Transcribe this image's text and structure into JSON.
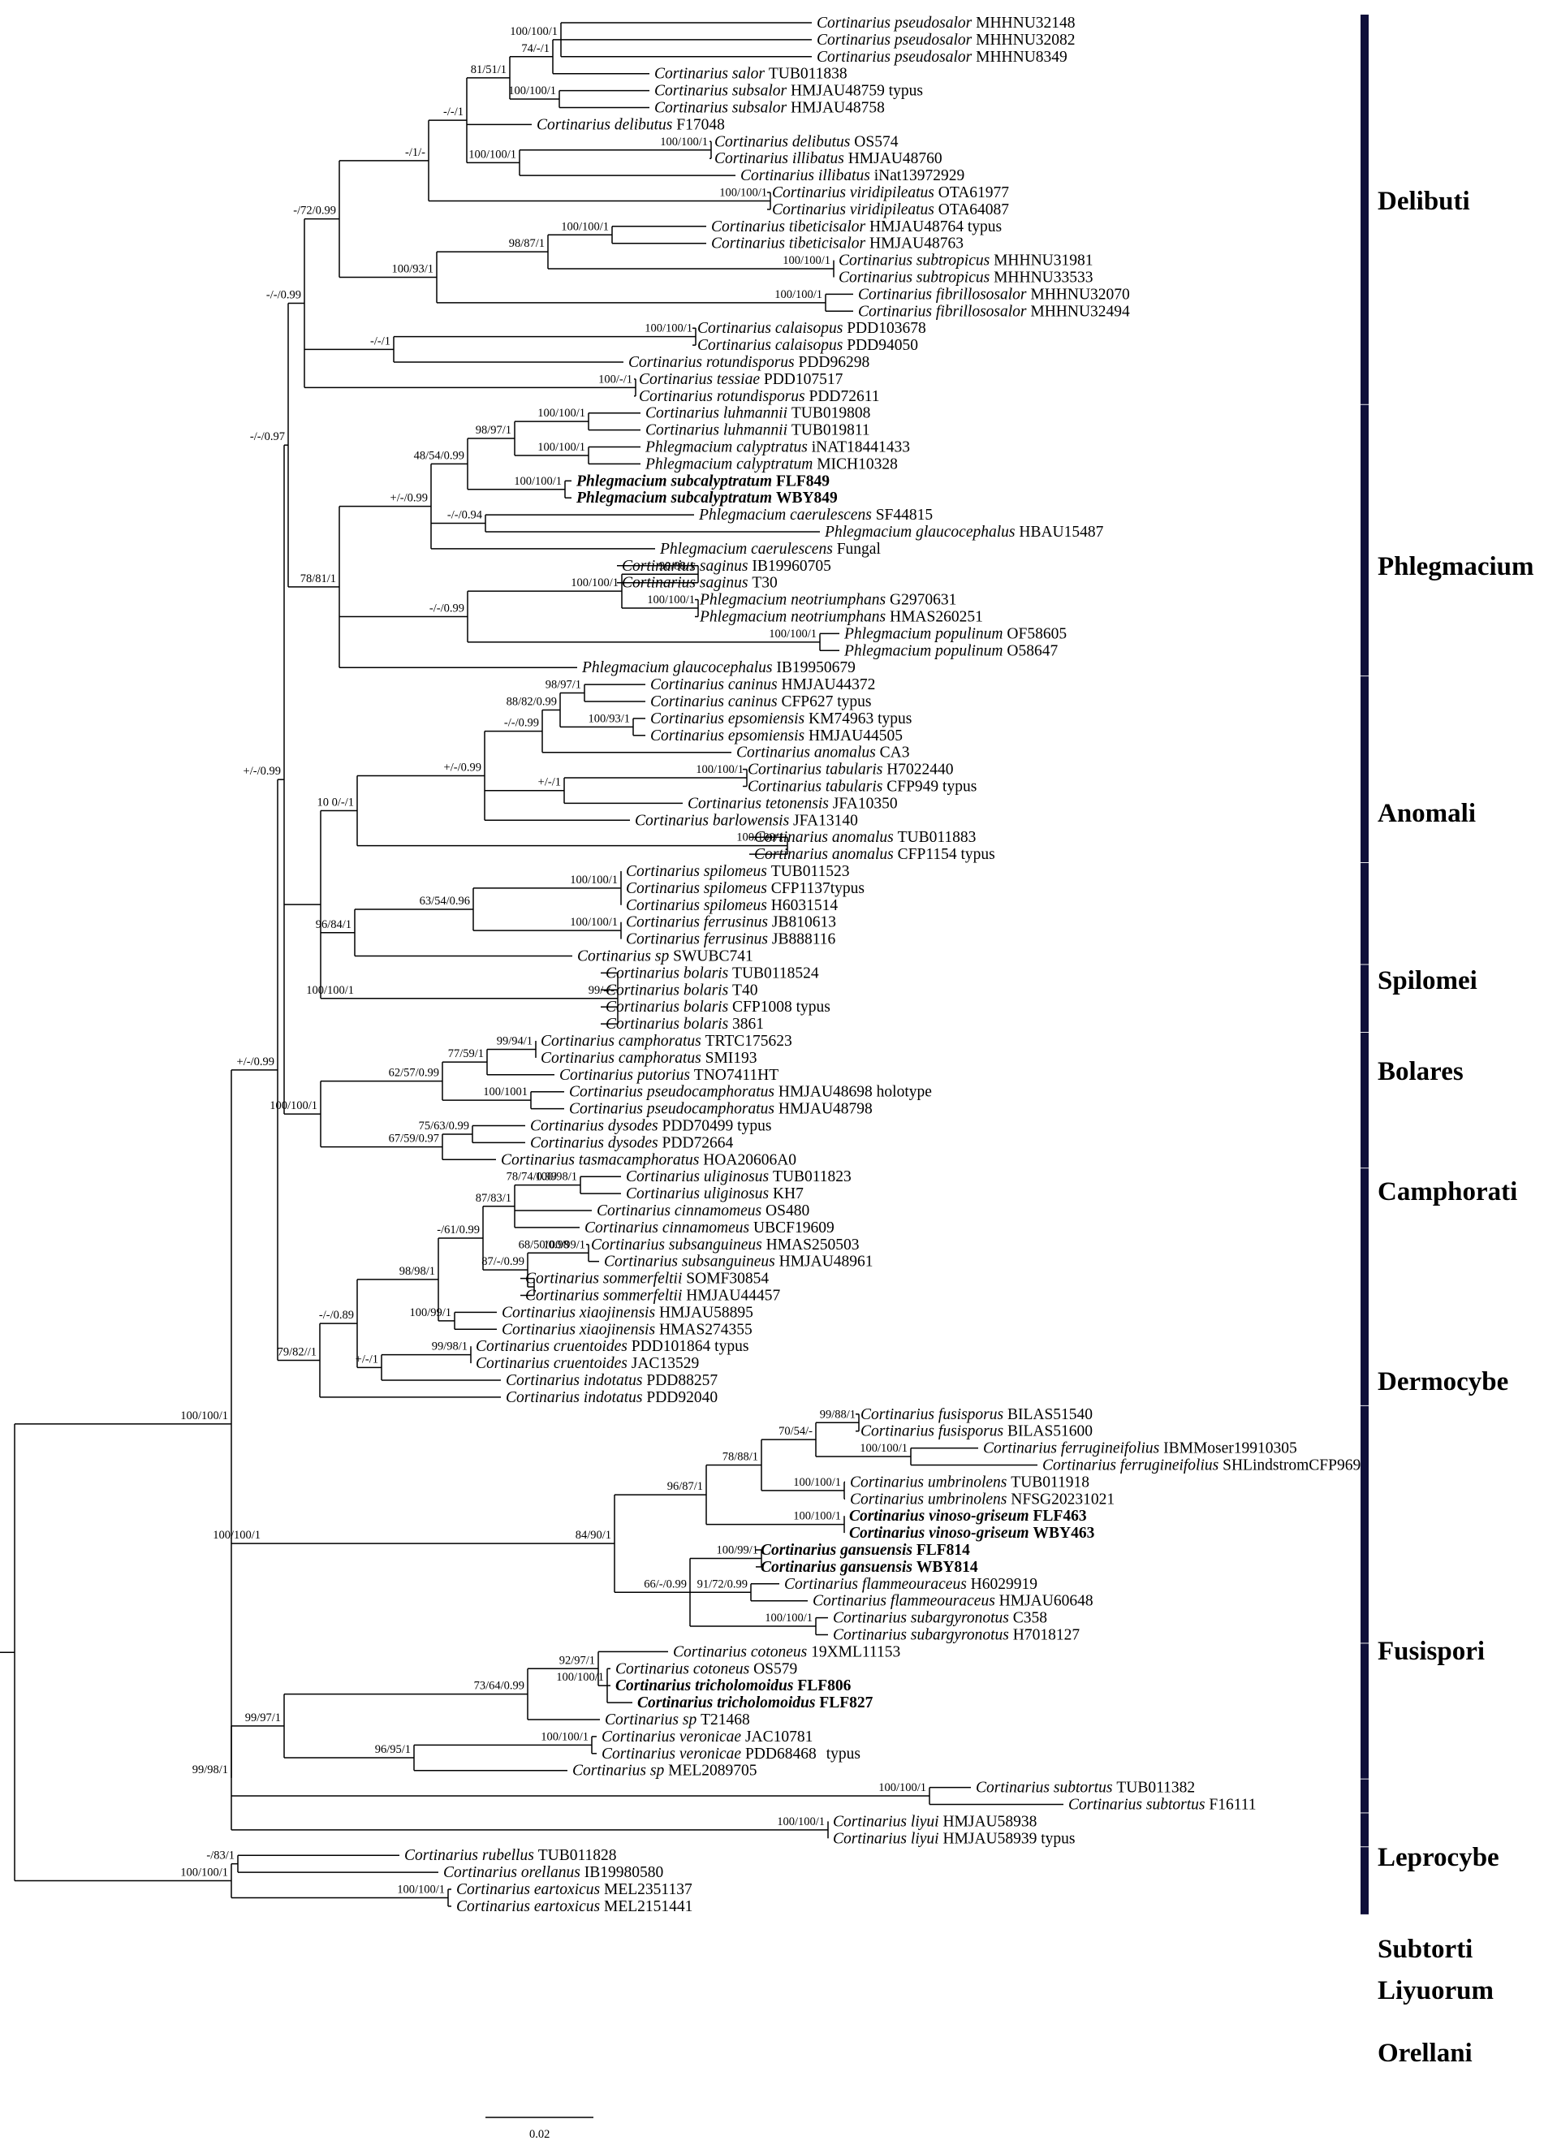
{
  "taxa": [
    {
      "id": "t1",
      "genus": "Cortinarius",
      "epithet": "pseudosalor",
      "voucher": "MHHNU32148",
      "bold": false
    },
    {
      "id": "t2",
      "genus": "Cortinarius",
      "epithet": "pseudosalor",
      "voucher": "MHHNU32082",
      "bold": false
    },
    {
      "id": "t3",
      "genus": "Cortinarius",
      "epithet": "pseudosalor",
      "voucher": "MHHNU8349",
      "bold": false
    },
    {
      "id": "t4",
      "genus": "Cortinarius",
      "epithet": "salor",
      "voucher": "TUB011838",
      "bold": false
    },
    {
      "id": "t5",
      "genus": "Cortinarius",
      "epithet": "subsalor",
      "voucher": "HMJAU48759 typus",
      "bold": false
    },
    {
      "id": "t6",
      "genus": "Cortinarius",
      "epithet": "subsalor",
      "voucher": "HMJAU48758",
      "bold": false
    },
    {
      "id": "t7",
      "genus": "Cortinarius",
      "epithet": "delibutus",
      "voucher": "F17048",
      "bold": false
    },
    {
      "id": "t8",
      "genus": "Cortinarius",
      "epithet": "delibutus",
      "voucher": "OS574",
      "bold": false
    },
    {
      "id": "t9",
      "genus": "Cortinarius",
      "epithet": "illibatus",
      "voucher": "HMJAU48760",
      "bold": false
    },
    {
      "id": "t10",
      "genus": "Cortinarius",
      "epithet": "illibatus",
      "voucher": "iNat13972929",
      "bold": false
    },
    {
      "id": "t11",
      "genus": "Cortinarius",
      "epithet": "viridipileatus",
      "voucher": "OTA61977",
      "bold": false
    },
    {
      "id": "t12",
      "genus": "Cortinarius",
      "epithet": "viridipileatus",
      "voucher": "OTA64087",
      "bold": false
    },
    {
      "id": "t13",
      "genus": "Cortinarius",
      "epithet": "tibeticisalor",
      "voucher": "HMJAU48764 typus",
      "bold": false
    },
    {
      "id": "t14",
      "genus": "Cortinarius",
      "epithet": "tibeticisalor",
      "voucher": "HMJAU48763",
      "bold": false
    },
    {
      "id": "t15",
      "genus": "Cortinarius",
      "epithet": "subtropicus",
      "voucher": "MHHNU31981",
      "bold": false
    },
    {
      "id": "t16",
      "genus": "Cortinarius",
      "epithet": "subtropicus",
      "voucher": "MHHNU33533",
      "bold": false
    },
    {
      "id": "t17",
      "genus": "Cortinarius",
      "epithet": "fibrillososalor",
      "voucher": "MHHNU32070",
      "bold": false
    },
    {
      "id": "t18",
      "genus": "Cortinarius",
      "epithet": "fibrillososalor",
      "voucher": "MHHNU32494",
      "bold": false
    },
    {
      "id": "t19",
      "genus": "Cortinarius",
      "epithet": "calaisopus",
      "voucher": "PDD103678",
      "bold": false
    },
    {
      "id": "t20",
      "genus": "Cortinarius",
      "epithet": "calaisopus",
      "voucher": "PDD94050",
      "bold": false
    },
    {
      "id": "t21",
      "genus": "Cortinarius",
      "epithet": "rotundisporus",
      "voucher": "PDD96298",
      "bold": false
    },
    {
      "id": "t22",
      "genus": "Cortinarius",
      "epithet": "tessiae",
      "voucher": "PDD107517",
      "bold": false
    },
    {
      "id": "t23",
      "genus": "Cortinarius",
      "epithet": "rotundisporus",
      "voucher": "PDD72611",
      "bold": false
    },
    {
      "id": "t24",
      "genus": "Cortinarius",
      "epithet": "luhmannii",
      "voucher": "TUB019808",
      "bold": false
    },
    {
      "id": "t25",
      "genus": "Cortinarius",
      "epithet": "luhmannii",
      "voucher": "TUB019811",
      "bold": false
    },
    {
      "id": "t26",
      "genus": "Phlegmacium",
      "epithet": "calyptratus",
      "voucher": "iNAT18441433",
      "bold": false
    },
    {
      "id": "t27",
      "genus": "Phlegmacium",
      "epithet": "calyptratum",
      "voucher": "MICH10328",
      "bold": false
    },
    {
      "id": "t28",
      "genus": "Phlegmacium",
      "epithet": "subcalyptratum",
      "voucher": "FLF849",
      "bold": true
    },
    {
      "id": "t29",
      "genus": "Phlegmacium",
      "epithet": "subcalyptratum",
      "voucher": "WBY849",
      "bold": true
    },
    {
      "id": "t30",
      "genus": "Phlegmacium",
      "epithet": "caerulescens",
      "voucher": "SF44815",
      "bold": false
    },
    {
      "id": "t31",
      "genus": "Phlegmacium",
      "epithet": "glaucocephalus",
      "voucher": "HBAU15487",
      "bold": false
    },
    {
      "id": "t32",
      "genus": "Phlegmacium",
      "epithet": "caerulescens",
      "voucher": "Fungal",
      "bold": false
    },
    {
      "id": "t33",
      "genus": "Cortinarius",
      "epithet": "saginus",
      "voucher": "IB19960705",
      "bold": false
    },
    {
      "id": "t34",
      "genus": "Cortinarius",
      "epithet": "saginus",
      "voucher": "T30",
      "bold": false
    },
    {
      "id": "t35",
      "genus": "Phlegmacium",
      "epithet": "neotriumphans",
      "voucher": "G2970631",
      "bold": false
    },
    {
      "id": "t36",
      "genus": "Phlegmacium",
      "epithet": "neotriumphans",
      "voucher": "HMAS260251",
      "bold": false
    },
    {
      "id": "t37",
      "genus": "Phlegmacium",
      "epithet": "populinum",
      "voucher": "OF58605",
      "bold": false
    },
    {
      "id": "t38",
      "genus": "Phlegmacium",
      "epithet": "populinum",
      "voucher": "O58647",
      "bold": false
    },
    {
      "id": "t39",
      "genus": "Phlegmacium",
      "epithet": "glaucocephalus",
      "voucher": "IB19950679",
      "bold": false
    },
    {
      "id": "t40",
      "genus": "Cortinarius",
      "epithet": "caninus",
      "voucher": "HMJAU44372",
      "bold": false
    },
    {
      "id": "t41",
      "genus": "Cortinarius",
      "epithet": "caninus",
      "voucher": "CFP627 typus",
      "bold": false
    },
    {
      "id": "t42",
      "genus": "Cortinarius",
      "epithet": "epsomiensis",
      "voucher": "KM74963 typus",
      "bold": false
    },
    {
      "id": "t43",
      "genus": "Cortinarius",
      "epithet": "epsomiensis",
      "voucher": "HMJAU44505",
      "bold": false
    },
    {
      "id": "t44",
      "genus": "Cortinarius",
      "epithet": "anomalus",
      "voucher": "CA3",
      "bold": false
    },
    {
      "id": "t45",
      "genus": "Cortinarius",
      "epithet": "tabularis",
      "voucher": "H7022440",
      "bold": false
    },
    {
      "id": "t46",
      "genus": "Cortinarius",
      "epithet": "tabularis",
      "voucher": "CFP949 typus",
      "bold": false
    },
    {
      "id": "t47",
      "genus": "Cortinarius",
      "epithet": "tetonensis",
      "voucher": "JFA10350",
      "bold": false
    },
    {
      "id": "t48",
      "genus": "Cortinarius",
      "epithet": "barlowensis",
      "voucher": "JFA13140",
      "bold": false
    },
    {
      "id": "t49",
      "genus": "Cortinarius",
      "epithet": "anomalus",
      "voucher": "TUB011883",
      "bold": false
    },
    {
      "id": "t50",
      "genus": "Cortinarius",
      "epithet": "anomalus",
      "voucher": "CFP1154 typus",
      "bold": false
    },
    {
      "id": "t51",
      "genus": "Cortinarius",
      "epithet": "spilomeus",
      "voucher": "TUB011523",
      "bold": false
    },
    {
      "id": "t52",
      "genus": "Cortinarius",
      "epithet": "spilomeus",
      "voucher": "CFP1137typus",
      "bold": false
    },
    {
      "id": "t53",
      "genus": "Cortinarius",
      "epithet": "spilomeus",
      "voucher": "H6031514",
      "bold": false
    },
    {
      "id": "t54",
      "genus": "Cortinarius",
      "epithet": "ferrusinus",
      "voucher": "JB810613",
      "bold": false
    },
    {
      "id": "t55",
      "genus": "Cortinarius",
      "epithet": "ferrusinus",
      "voucher": "JB888116",
      "bold": false
    },
    {
      "id": "t56",
      "genus": "Cortinarius",
      "epithet": "sp",
      "voucher": "SWUBC741",
      "bold": false
    },
    {
      "id": "t57",
      "genus": "Cortinarius",
      "epithet": "bolaris",
      "voucher": "TUB0118524",
      "bold": false
    },
    {
      "id": "t58",
      "genus": "Cortinarius",
      "epithet": "bolaris",
      "voucher": "T40",
      "bold": false
    },
    {
      "id": "t59",
      "genus": "Cortinarius",
      "epithet": "bolaris",
      "voucher": "CFP1008 typus",
      "bold": false
    },
    {
      "id": "t60",
      "genus": "Cortinarius",
      "epithet": "bolaris",
      "voucher": "3861",
      "bold": false
    },
    {
      "id": "t61",
      "genus": "Cortinarius",
      "epithet": "camphoratus",
      "voucher": "TRTC175623",
      "bold": false
    },
    {
      "id": "t62",
      "genus": "Cortinarius",
      "epithet": "camphoratus",
      "voucher": "SMI193",
      "bold": false
    },
    {
      "id": "t63",
      "genus": "Cortinarius",
      "epithet": "putorius",
      "voucher": "TNO7411HT",
      "bold": false
    },
    {
      "id": "t64",
      "genus": "Cortinarius",
      "epithet": "pseudocamphoratus",
      "voucher": "HMJAU48698 holotype",
      "bold": false
    },
    {
      "id": "t65",
      "genus": "Cortinarius",
      "epithet": "pseudocamphoratus",
      "voucher": "HMJAU48798",
      "bold": false
    },
    {
      "id": "t66",
      "genus": "Cortinarius",
      "epithet": "dysodes",
      "voucher": "PDD70499 typus",
      "bold": false
    },
    {
      "id": "t67",
      "genus": "Cortinarius",
      "epithet": "dysodes",
      "voucher": "PDD72664",
      "bold": false
    },
    {
      "id": "t68",
      "genus": "Cortinarius",
      "epithet": "tasmacamphoratus",
      "voucher": "HOA20606A0",
      "bold": false
    },
    {
      "id": "t69",
      "genus": "Cortinarius",
      "epithet": "uliginosus",
      "voucher": "TUB011823",
      "bold": false
    },
    {
      "id": "t70",
      "genus": "Cortinarius",
      "epithet": "uliginosus",
      "voucher": "KH7",
      "bold": false
    },
    {
      "id": "t71",
      "genus": "Cortinarius",
      "epithet": "cinnamomeus",
      "voucher": "OS480",
      "bold": false
    },
    {
      "id": "t72",
      "genus": "Cortinarius",
      "epithet": "cinnamomeus",
      "voucher": "UBCF19609",
      "bold": false
    },
    {
      "id": "t73",
      "genus": "Cortinarius",
      "epithet": "subsanguineus",
      "voucher": "HMAS250503",
      "bold": false
    },
    {
      "id": "t74",
      "genus": "Cortinarius",
      "epithet": "subsanguineus",
      "voucher": "HMJAU48961",
      "bold": false
    },
    {
      "id": "t75",
      "genus": "Cortinarius",
      "epithet": "sommerfeltii",
      "voucher": "SOMF30854",
      "bold": false
    },
    {
      "id": "t76",
      "genus": "Cortinarius",
      "epithet": "sommerfeltii",
      "voucher": "HMJAU44457",
      "bold": false
    },
    {
      "id": "t77",
      "genus": "Cortinarius",
      "epithet": "xiaojinensis",
      "voucher": "HMJAU58895",
      "bold": false
    },
    {
      "id": "t78",
      "genus": "Cortinarius",
      "epithet": "xiaojinensis",
      "voucher": "HMAS274355",
      "bold": false
    },
    {
      "id": "t79",
      "genus": "Cortinarius",
      "epithet": "cruentoides",
      "voucher": "PDD101864 typus",
      "bold": false
    },
    {
      "id": "t80",
      "genus": "Cortinarius",
      "epithet": "cruentoides",
      "voucher": "JAC13529",
      "bold": false
    },
    {
      "id": "t81",
      "genus": "Cortinarius",
      "epithet": "indotatus",
      "voucher": "PDD88257",
      "bold": false
    },
    {
      "id": "t82",
      "genus": "Cortinarius",
      "epithet": "indotatus",
      "voucher": "PDD92040",
      "bold": false
    },
    {
      "id": "t83",
      "genus": "Cortinarius",
      "epithet": "fusisporus",
      "voucher": "BILAS51540",
      "bold": false
    },
    {
      "id": "t84",
      "genus": "Cortinarius",
      "epithet": "fusisporus",
      "voucher": "BILAS51600",
      "bold": false
    },
    {
      "id": "t85",
      "genus": "Cortinarius",
      "epithet": "ferrugineifolius",
      "voucher": "IBMMoser19910305",
      "bold": false
    },
    {
      "id": "t86",
      "genus": "Cortinarius",
      "epithet": "ferrugineifolius",
      "voucher": "SHLindstromCFP969",
      "bold": false
    },
    {
      "id": "t87",
      "genus": "Cortinarius",
      "epithet": "umbrinolens",
      "voucher": "TUB011918",
      "bold": false
    },
    {
      "id": "t88",
      "genus": "Cortinarius",
      "epithet": "umbrinolens",
      "voucher": "NFSG20231021",
      "bold": false
    },
    {
      "id": "t89",
      "genus": "Cortinarius",
      "epithet": "vinoso-griseum",
      "voucher": "FLF463",
      "bold": true
    },
    {
      "id": "t90",
      "genus": "Cortinarius",
      "epithet": "vinoso-griseum",
      "voucher": "WBY463",
      "bold": true
    },
    {
      "id": "t91",
      "genus": "Cortinarius",
      "epithet": "gansuensis",
      "voucher": "FLF814",
      "bold": true
    },
    {
      "id": "t92",
      "genus": "Cortinarius",
      "epithet": "gansuensis",
      "voucher": "WBY814",
      "bold": true
    },
    {
      "id": "t93",
      "genus": "Cortinarius",
      "epithet": "flammeouraceus",
      "voucher": "H6029919",
      "bold": false
    },
    {
      "id": "t94",
      "genus": "Cortinarius",
      "epithet": "flammeouraceus",
      "voucher": "HMJAU60648",
      "bold": false
    },
    {
      "id": "t95",
      "genus": "Cortinarius",
      "epithet": "subargyronotus",
      "voucher": "C358",
      "bold": false
    },
    {
      "id": "t96",
      "genus": "Cortinarius",
      "epithet": "subargyronotus",
      "voucher": "H7018127",
      "bold": false
    },
    {
      "id": "t97",
      "genus": "Cortinarius",
      "epithet": "cotoneus",
      "voucher": "19XML11153",
      "bold": false
    },
    {
      "id": "t98",
      "genus": "Cortinarius",
      "epithet": "cotoneus",
      "voucher": "OS579",
      "bold": false
    },
    {
      "id": "t99",
      "genus": "Cortinarius",
      "epithet": "tricholomoidus",
      "voucher": "FLF806",
      "bold": true
    },
    {
      "id": "t100",
      "genus": "Cortinarius",
      "epithet": "tricholomoidus",
      "voucher": "FLF827",
      "bold": true
    },
    {
      "id": "t101",
      "genus": "Cortinarius",
      "epithet": "sp",
      "voucher": "T21468",
      "bold": false
    },
    {
      "id": "t102",
      "genus": "Cortinarius",
      "epithet": "veronicae",
      "voucher": "JAC10781",
      "bold": false
    },
    {
      "id": "t103",
      "genus": "Cortinarius",
      "epithet": "veronicae",
      "voucher": "PDD68468",
      "extra": "typus",
      "bold": false
    },
    {
      "id": "t104",
      "genus": "Cortinarius",
      "epithet": "sp",
      "voucher": "MEL2089705",
      "bold": false
    },
    {
      "id": "t105",
      "genus": "Cortinarius",
      "epithet": "subtortus",
      "voucher": "TUB011382",
      "bold": false
    },
    {
      "id": "t106",
      "genus": "Cortinarius",
      "epithet": "subtortus",
      "voucher": "F16111",
      "bold": false
    },
    {
      "id": "t107",
      "genus": "Cortinarius",
      "epithet": "liyui",
      "voucher": "HMJAU58938",
      "bold": false
    },
    {
      "id": "t108",
      "genus": "Cortinarius",
      "epithet": "liyui",
      "voucher": "HMJAU58939 typus",
      "bold": false
    },
    {
      "id": "t109",
      "genus": "Cortinarius",
      "epithet": "rubellus",
      "voucher": "TUB011828",
      "bold": false
    },
    {
      "id": "t110",
      "genus": "Cortinarius",
      "epithet": "orellanus",
      "voucher": "IB19980580",
      "bold": false
    },
    {
      "id": "t111",
      "genus": "Cortinarius",
      "epithet": "eartoxicus",
      "voucher": "MEL2351137",
      "bold": false
    },
    {
      "id": "t112",
      "genus": "Cortinarius",
      "epithet": "eartoxicus",
      "voucher": "MEL2151441",
      "bold": false
    }
  ],
  "support_values": {
    "s1": "100/100/1",
    "s2": "74/-/1",
    "s3": "100/100/1",
    "s4": "81/51/1",
    "s5": "100/100/1",
    "s6": "100/100/1",
    "s7": "-/-/1",
    "s8": "100/100/1",
    "s9": "-/1/-",
    "s10": "100/100/1",
    "s11": "98/87/1",
    "s12": "100/100/1",
    "s13": "100/93/1",
    "s14": "100/100/1",
    "s15": "100/100/1",
    "s16": "-/-/1",
    "s17": "100/-/1",
    "s18": "-/72/0.99",
    "s19": "100/100/1",
    "s20": "98/97/1",
    "s21": "100/100/1",
    "s22": "48/54/0.99",
    "s23": "100/100/1",
    "s24": "-/-/0.99",
    "s25": "-/-/0.94",
    "s26": "+/-/0.99",
    "s27": "100/-",
    "s28": "90/88/1",
    "s29": "100/100/1",
    "s30": "100/100/1",
    "s31": "100/100/1",
    "s32": "-/-/0.99",
    "s33": "78/81/1",
    "s34": "-/-/0.99",
    "s35": "98/97/1",
    "s36": "88/82/0.99",
    "s37": "100/93/1",
    "s38": "+/-/1",
    "s39": "-/-/0.99",
    "s40": "100/100/1",
    "s41": "+/-/0.99",
    "s42": "100/100/1",
    "s43": "10 0/-/1",
    "s44": "100/100/1",
    "s45": "63/54/0.96",
    "s46": "100/100/1",
    "s47": "96/84/1",
    "s48": "99/-/-",
    "s49": "100/100/1",
    "s50": "-/-/0.97",
    "s51": "99/94/1",
    "s52": "77/59/1",
    "s53": "62/57/0.99",
    "s54": "100/1001",
    "s55": "100/100/1",
    "s56": "75/63/0.99",
    "s57": "67/59/0.97",
    "s58": "100/98/1",
    "s59": "78/74/0.99",
    "s60": "87/83/1",
    "s61": "100/99/1",
    "s62": "68/50/0.98",
    "s63": "-/61/0.99",
    "s64": "87/-/0.99",
    "s65": "98/98/1",
    "s66": "100/99/1",
    "s67": "-/-/0.89",
    "s68": "99/98/1",
    "s69": "+/-/1",
    "s70": "79/82//1",
    "s71": "+/-/0.99",
    "s72": "99/88/1",
    "s73": "100/100/1",
    "s74": "70/54/-",
    "s75": "100/100/1",
    "s76": "78/88/1",
    "s77": "100/100/1",
    "s78": "96/87/1",
    "s79": "100/99/1",
    "s80": "66/-/0.99",
    "s81": "91/72/0.99",
    "s82": "100/100/1",
    "s83": "84/90/1",
    "s84": "100/100/1",
    "s85": "+/-/0.99",
    "s86": "92/97/1",
    "s87": "73/64/0.99",
    "s88": "100/100/1",
    "s89": "99/97/1",
    "s90": "100/100/1",
    "s91": "96/95/1",
    "s92": "99/98/1",
    "s93": "100/100/1",
    "s94": "100/100/1",
    "s95": "100/100/1",
    "s96": "-/83/1",
    "s97": "100/100/1",
    "s98": "100/100/1"
  },
  "clades": {
    "delibuti": "Delibuti",
    "phlegmacium": "Phlegmacium",
    "anomali": "Anomali",
    "spilomei": "Spilomei",
    "bolares": "Bolares",
    "camphorati": "Camphorati",
    "dermocybe": "Dermocybe",
    "fusispori": "Fusispori",
    "leprocybe": "Leprocybe",
    "subtorti": "Subtorti",
    "liyuorum": "Liyuorum",
    "orellani": "Orellani"
  },
  "scale_bar": {
    "label": "0.02"
  },
  "colors": {
    "branch": "#000000",
    "clade_bar": "#0f0f3a",
    "highlight_taxa": "bold"
  }
}
